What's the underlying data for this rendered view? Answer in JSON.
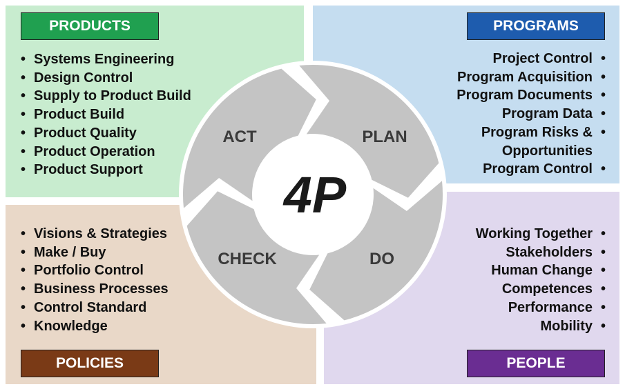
{
  "products": {
    "title": "PRODUCTS",
    "items": [
      "Systems Engineering",
      "Design Control",
      "Supply to Product Build",
      "Product Build",
      "Product Quality",
      "Product Operation",
      "Product Support"
    ]
  },
  "programs": {
    "title": "PROGRAMS",
    "items": [
      "Project Control",
      "Program Acquisition",
      "Program Documents",
      "Program Data",
      "Program Risks &",
      "Opportunities",
      "Program Control"
    ]
  },
  "policies": {
    "title": "POLICIES",
    "items": [
      "Visions & Strategies",
      "Make / Buy",
      "Portfolio Control",
      "Business Processes",
      "Control Standard",
      "Knowledge"
    ]
  },
  "people": {
    "title": "PEOPLE",
    "items": [
      "Working Together",
      "Stakeholders",
      "Human Change",
      "Competences",
      "Performance",
      "Mobility"
    ]
  },
  "cycle": {
    "act": "ACT",
    "plan": "PLAN",
    "do": "DO",
    "check": "CHECK",
    "logo": "4P"
  },
  "colors": {
    "products": "#20a050",
    "programs": "#1e5cae",
    "policies": "#7a3a16",
    "people": "#6a2d92",
    "segment": "#c4c4c4"
  }
}
